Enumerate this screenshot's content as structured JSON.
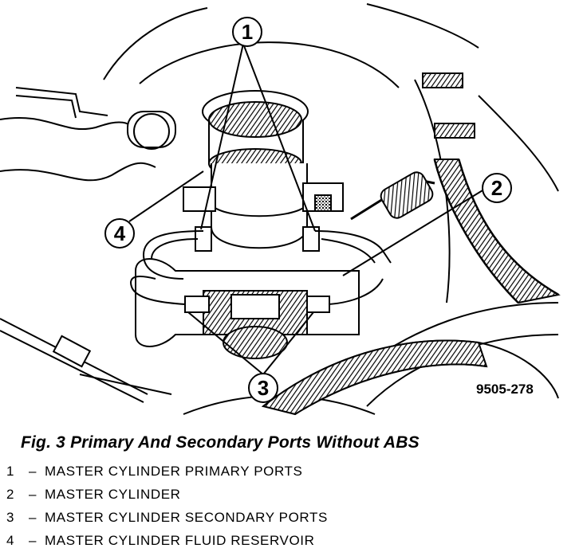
{
  "figure": {
    "code": "9505-278",
    "callouts": [
      "1",
      "2",
      "3",
      "4"
    ]
  },
  "caption": {
    "title": "Fig. 3 Primary And Secondary Ports Without ABS"
  },
  "legend": [
    {
      "num": "1",
      "dash": "–",
      "label": "MASTER CYLINDER PRIMARY PORTS"
    },
    {
      "num": "2",
      "dash": "–",
      "label": "MASTER CYLINDER"
    },
    {
      "num": "3",
      "dash": "–",
      "label": "MASTER CYLINDER SECONDARY PORTS"
    },
    {
      "num": "4",
      "dash": "–",
      "label": "MASTER CYLINDER FLUID RESERVOIR"
    }
  ]
}
